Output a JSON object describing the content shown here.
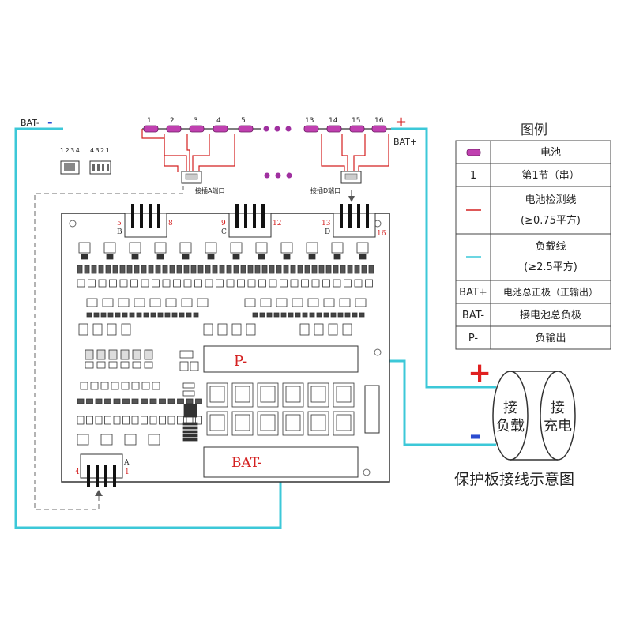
{
  "battery_pack": {
    "neg_label": "BAT-",
    "neg_sign": "-",
    "pos_sign": "+",
    "pos_label": "BAT+",
    "cells_left": [
      "1",
      "2",
      "3",
      "4",
      "5"
    ],
    "cells_right": [
      "13",
      "14",
      "15",
      "16"
    ],
    "port_a_label": "接插A端口",
    "port_d_label": "接插D端口",
    "small_conn_left_pins": "1234",
    "small_conn_right_pins": "4321"
  },
  "board": {
    "conn_b": {
      "start": "5",
      "letter": "B",
      "end": "8"
    },
    "conn_c": {
      "start": "9",
      "letter": "C",
      "end": "12"
    },
    "conn_d": {
      "start": "13",
      "letter": "D",
      "end": "16"
    },
    "conn_a": {
      "start": "4",
      "letter": "A",
      "end": "1"
    },
    "p_minus_label": "P-",
    "bat_minus_label": "BAT-"
  },
  "output": {
    "plus_sign": "+",
    "minus_sign": "-",
    "load_label_line1": "接",
    "load_label_line2": "负载",
    "charger_label_line1": "接",
    "charger_label_line2": "充电",
    "caption": "保护板接线示意图"
  },
  "legend": {
    "title": "图例",
    "rows": [
      {
        "key": "battery-icon",
        "desc": "电池"
      },
      {
        "key": "1",
        "desc": "第1节（串）"
      },
      {
        "key": "red-line",
        "desc_line1": "电池检测线",
        "desc_line2": "(≥0.75平方)"
      },
      {
        "key": "cyan-line",
        "desc_line1": "负载线",
        "desc_line2": "(≥2.5平方)"
      },
      {
        "key": "BAT+",
        "desc": "电池总正极（正输出）"
      },
      {
        "key": "BAT-",
        "desc": "接电池总负极"
      },
      {
        "key": "P-",
        "desc": "负输出"
      }
    ]
  },
  "colors": {
    "sense_wire": "#d42020",
    "load_wire": "#3cc8d8",
    "battery": "#c040b0",
    "dot": "#a030a0"
  }
}
